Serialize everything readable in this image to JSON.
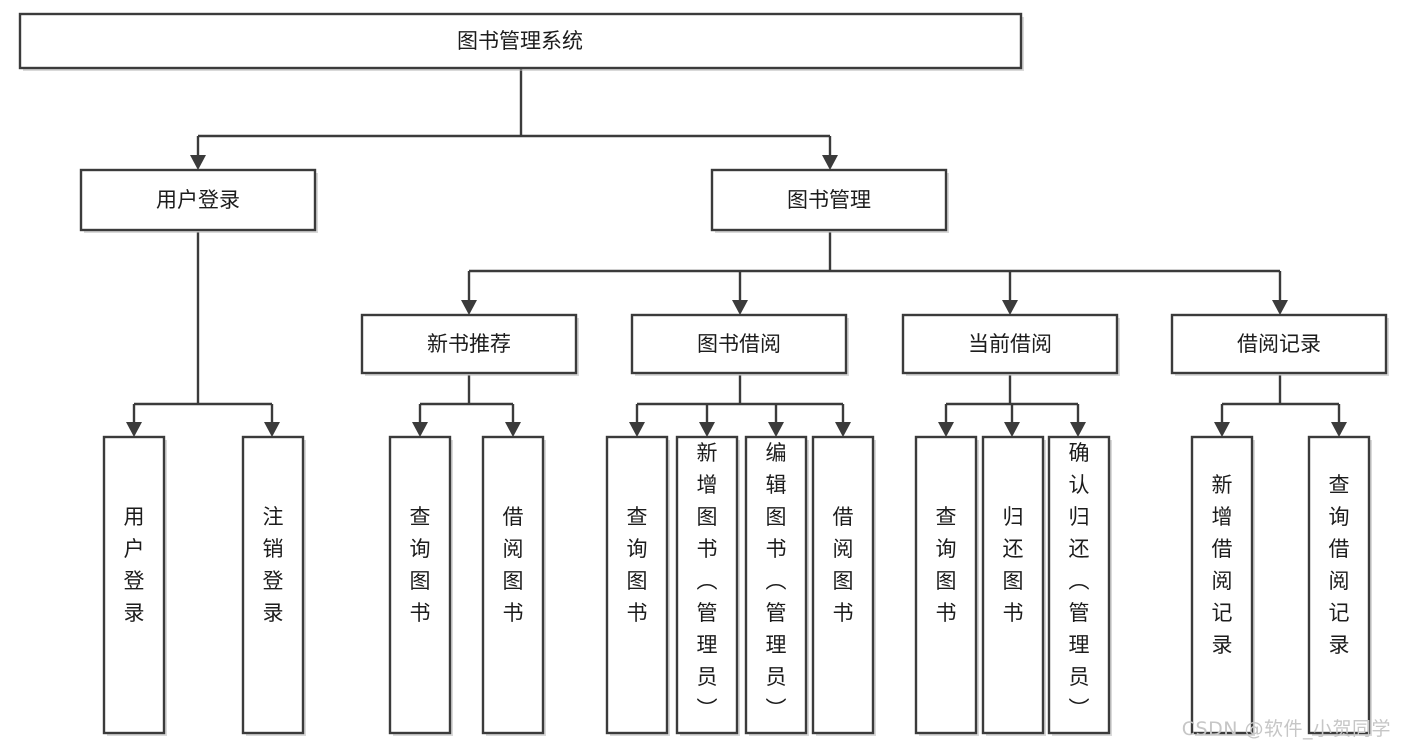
{
  "diagram": {
    "title": "图书管理系统",
    "watermark": "CSDN @软件_小贺同学",
    "levels": {
      "root": {
        "label": "图书管理系统"
      },
      "level2": [
        {
          "id": "user-login",
          "label": "用户登录"
        },
        {
          "id": "book-management",
          "label": "图书管理"
        }
      ],
      "level3": [
        {
          "id": "new-book-recommend",
          "label": "新书推荐"
        },
        {
          "id": "book-borrow",
          "label": "图书借阅"
        },
        {
          "id": "current-borrow",
          "label": "当前借阅"
        },
        {
          "id": "borrow-record",
          "label": "借阅记录"
        }
      ],
      "leaves": {
        "user_login": [
          {
            "id": "leaf-user-login",
            "label": "用户登录"
          },
          {
            "id": "leaf-logout-login",
            "label": "注销登录"
          }
        ],
        "new_book_recommend": [
          {
            "id": "leaf-query-book-1",
            "label": "查询图书"
          },
          {
            "id": "leaf-borrow-book-1",
            "label": "借阅图书"
          }
        ],
        "book_borrow": [
          {
            "id": "leaf-query-book-2",
            "label": "查询图书"
          },
          {
            "id": "leaf-add-book",
            "label": "新增图书（管理员）"
          },
          {
            "id": "leaf-edit-book",
            "label": "编辑图书（管理员）"
          },
          {
            "id": "leaf-borrow-book-2",
            "label": "借阅图书"
          }
        ],
        "current_borrow": [
          {
            "id": "leaf-query-book-3",
            "label": "查询图书"
          },
          {
            "id": "leaf-return-book",
            "label": "归还图书"
          },
          {
            "id": "leaf-confirm-return",
            "label": "确认归还（管理员）"
          }
        ],
        "borrow_record": [
          {
            "id": "leaf-add-borrow-record",
            "label": "新增借阅记录"
          },
          {
            "id": "leaf-query-borrow-record",
            "label": "查询借阅记录"
          }
        ]
      }
    },
    "colors": {
      "stroke": "#3b3b3b",
      "fill": "#ffffff",
      "text": "#1c1c1c",
      "watermark": "#c6c6c6"
    }
  }
}
